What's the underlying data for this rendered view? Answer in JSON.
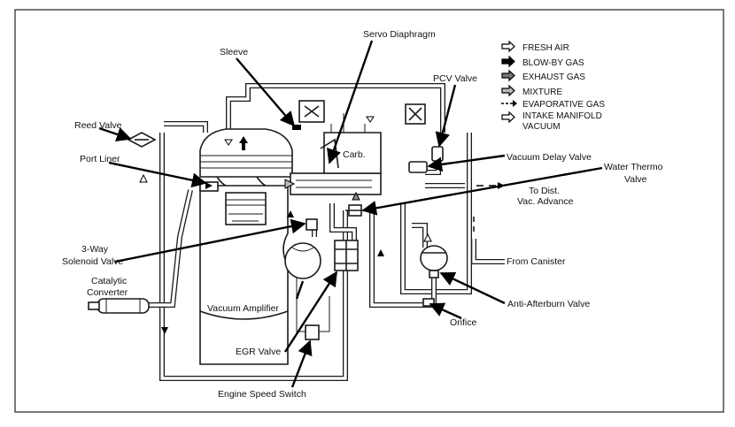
{
  "legend": {
    "fresh_air": "FRESH AIR",
    "blow_by_gas": "BLOW-BY GAS",
    "exhaust_gas": "EXHAUST GAS",
    "mixture": "MIXTURE",
    "evaporative_gas": "EVAPORATIVE GAS",
    "intake_manifold_vacuum_1": "INTAKE MANIFOLD",
    "intake_manifold_vacuum_2": "VACUUM"
  },
  "labels": {
    "servo_diaphragm": "Servo Diaphragm",
    "sleeve": "Sleeve",
    "pcv_valve": "PCV Valve",
    "reed_valve": "Reed Valve",
    "port_liner": "Port Liner",
    "carb": "Carb.",
    "vacuum_delay_valve": "Vacuum Delay Valve",
    "water_thermo_valve_1": "Water Thermo",
    "water_thermo_valve_2": "Valve",
    "to_dist_1": "To Dist.",
    "to_dist_2": "Vac. Advance",
    "three_way_solenoid_1": "3-Way",
    "three_way_solenoid_2": "Solenoid Valve",
    "from_canister": "From Canister",
    "catalytic_converter_1": "Catalytic",
    "catalytic_converter_2": "Converter",
    "anti_afterburn_valve": "Anti-Afterburn Valve",
    "vacuum_amplifier": "Vacuum Amplifier",
    "orifice": "Orifice",
    "egr_valve": "EGR Valve",
    "engine_speed_switch": "Engine Speed Switch"
  }
}
